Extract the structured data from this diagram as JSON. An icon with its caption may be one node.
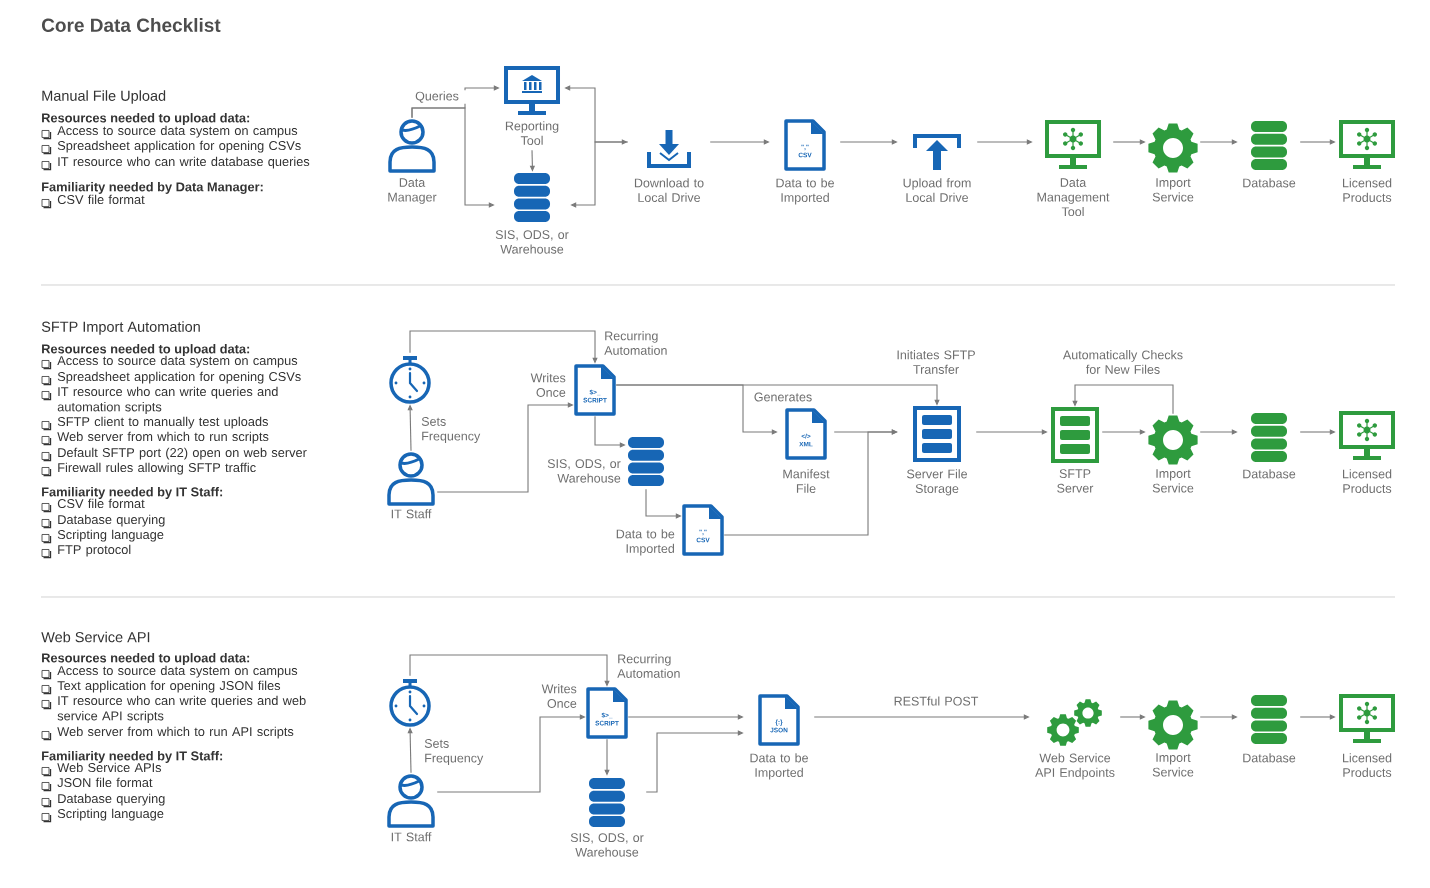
{
  "diagram": {
    "title": "Core Data Checklist",
    "nodes": [
      {
        "text": [
          "Data Manager"
        ]
      },
      {
        "text": [
          "Reporting Tool"
        ]
      },
      {
        "text": [
          "SIS, ODS, or Warehouse"
        ]
      },
      {
        "text": [
          "Download to Local Drive"
        ]
      },
      {
        "text": [
          "\",\" CSV",
          "Data to be Imported"
        ]
      },
      {
        "text": [
          "Upload from Local Drive"
        ]
      },
      {
        "text": [
          "Data Management Tool"
        ]
      },
      {
        "text": [
          "Import Service"
        ]
      },
      {
        "text": [
          "Database"
        ]
      },
      {
        "text": [
          "Licensed Products"
        ]
      },
      {
        "text": [],
        "shape": "clock"
      },
      {
        "text": [
          "IT Staff"
        ]
      },
      {
        "text": [
          "$>_ SCRIPT"
        ]
      },
      {
        "text": [],
        "shape": "cylinder",
        "beside": [
          "SIS, ODS, or Warehouse"
        ]
      },
      {
        "text": [
          "\",\" CSV"
        ],
        "beside": [
          "Data to be Imported"
        ]
      },
      {
        "text": [
          "</> XML",
          "Manifest File"
        ]
      },
      {
        "text": [
          "Server File Storage"
        ]
      },
      {
        "text": [
          "SFTP Server"
        ]
      },
      {
        "text": [
          "Import Service"
        ]
      },
      {
        "text": [
          "Database"
        ]
      },
      {
        "text": [
          "Licensed Products"
        ]
      },
      {
        "text": [],
        "shape": "clock"
      },
      {
        "text": [
          "IT Staff"
        ]
      },
      {
        "text": [
          "$>_ SCRIPT"
        ]
      },
      {
        "text": [
          "SIS, ODS, or Warehouse"
        ]
      },
      {
        "text": [
          "{:} JSON",
          "Data to be Imported"
        ]
      },
      {
        "text": [
          "Web Service API Endpoints"
        ]
      },
      {
        "text": [
          "Import Service"
        ]
      },
      {
        "text": [
          "Database"
        ]
      },
      {
        "text": [
          "Licensed Products"
        ]
      }
    ],
    "edges": [
      {
        "from": 0,
        "to": 1,
        "arrow": "to",
        "label": "Queries"
      },
      {
        "from": 0,
        "to": 2,
        "arrow": "to"
      },
      {
        "from": 1,
        "to": 2,
        "arrow": "to"
      },
      {
        "from": 1,
        "to": 3,
        "arrow": "both"
      },
      {
        "from": 3,
        "to": 2,
        "arrow": "to"
      },
      {
        "from": 3,
        "to": 4,
        "arrow": "to"
      },
      {
        "from": 4,
        "to": 5,
        "arrow": "to"
      },
      {
        "from": 5,
        "to": 6,
        "arrow": "to"
      },
      {
        "from": 6,
        "to": 7,
        "arrow": "to"
      },
      {
        "from": 7,
        "to": 8,
        "arrow": "to"
      },
      {
        "from": 8,
        "to": 9,
        "arrow": "to"
      },
      {
        "from": 11,
        "to": 10,
        "arrow": "to",
        "label": "Sets Frequency"
      },
      {
        "from": 10,
        "to": 12,
        "arrow": "to",
        "label": "Recurring Automation"
      },
      {
        "from": 11,
        "to": 12,
        "arrow": "to",
        "label": "Writes Once"
      },
      {
        "from": 12,
        "to": 13,
        "arrow": "to"
      },
      {
        "from": 13,
        "to": 14,
        "arrow": "to"
      },
      {
        "from": 12,
        "to": 15,
        "arrow": "to",
        "label": "Generates"
      },
      {
        "from": 12,
        "to": 16,
        "arrow": "to",
        "label": "Initiates SFTP Transfer"
      },
      {
        "from": 15,
        "to": 16,
        "arrow": "to"
      },
      {
        "from": 14,
        "to": 16,
        "arrow": "to"
      },
      {
        "from": 16,
        "to": 17,
        "arrow": "to"
      },
      {
        "from": 17,
        "to": 18,
        "arrow": "to"
      },
      {
        "from": 18,
        "to": 17,
        "arrow": "to",
        "label": "Automatically Checks for New Files"
      },
      {
        "from": 18,
        "to": 19,
        "arrow": "to"
      },
      {
        "from": 19,
        "to": 20,
        "arrow": "to"
      },
      {
        "from": 22,
        "to": 21,
        "arrow": "to",
        "label": "Sets Frequency"
      },
      {
        "from": 21,
        "to": 23,
        "arrow": "to",
        "label": "Recurring Automation"
      },
      {
        "from": 22,
        "to": 23,
        "arrow": "to",
        "label": "Writes Once"
      },
      {
        "from": 23,
        "to": 24,
        "arrow": "to"
      },
      {
        "from": 23,
        "to": 25,
        "arrow": "to"
      },
      {
        "from": 24,
        "to": 25,
        "arrow": "to"
      },
      {
        "from": 25,
        "to": 26,
        "arrow": "to",
        "label": "RESTful POST"
      },
      {
        "from": 26,
        "to": 27,
        "arrow": "to"
      },
      {
        "from": 27,
        "to": 28,
        "arrow": "to"
      },
      {
        "from": 28,
        "to": 29,
        "arrow": "to"
      }
    ],
    "labels": [
      "Manual File Upload",
      "Resources needed to upload data:",
      "Access to source data system on campus",
      "Spreadsheet application for opening CSVs",
      "IT resource who can write database queries",
      "Familiarity needed by Data Manager:",
      "CSV file format",
      "SFTP Import Automation",
      "Resources needed to upload data:",
      "Access to source data system on campus",
      "Spreadsheet application for opening CSVs",
      "IT resource who can write queries and automation scripts",
      "SFTP client to manually test uploads",
      "Web server from which to run scripts",
      "Default SFTP port (22) open on web server",
      "Firewall rules allowing SFTP traffic",
      "Familiarity needed by IT Staff:",
      "CSV file format",
      "Database querying",
      "Scripting language",
      "FTP protocol",
      "Web Service API",
      "Resources needed to upload data:",
      "Access to source data system on campus",
      "Text application for opening JSON files",
      "IT resource who can write queries and web service API scripts",
      "Web server from which to run API scripts",
      "Familiarity needed by IT Staff:",
      "Web Service APIs",
      "JSON file format",
      "Database querying",
      "Scripting language"
    ]
  }
}
